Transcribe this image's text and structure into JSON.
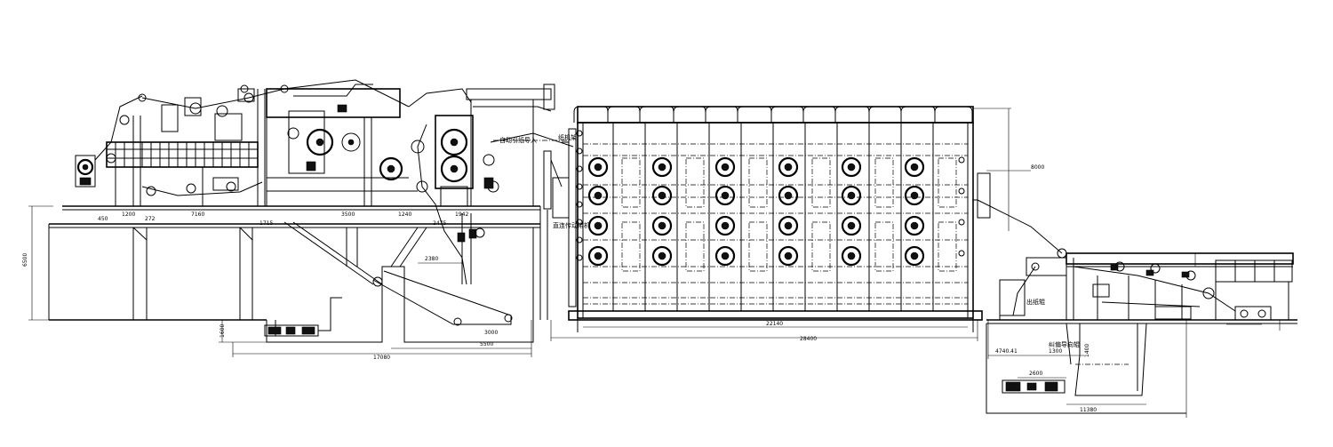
{
  "dimensions": {
    "d450": "450",
    "d1200": "1200",
    "d272": "272",
    "d7160": "7160",
    "d1715": "1715",
    "d3500": "3500",
    "d1240": "1240",
    "d2475": "2475",
    "d1942": "1942",
    "d2380": "2380",
    "d6500": "6500",
    "d17080": "17080",
    "d22140": "22140",
    "d28400": "28400",
    "d4740": "4740.41",
    "d1300": "1300",
    "d1400": "1400",
    "d2600": "2600",
    "d11380": "11380",
    "d8000": "8000",
    "d5500": "5500",
    "d1600": "1600",
    "d3000": "3000"
  },
  "labels": {
    "cn1": "自动引纸导入",
    "cn2": "纸机架",
    "cn3": "直连传动带机",
    "cn4": "出纸辊",
    "cn5": "纠偏导向辊"
  }
}
